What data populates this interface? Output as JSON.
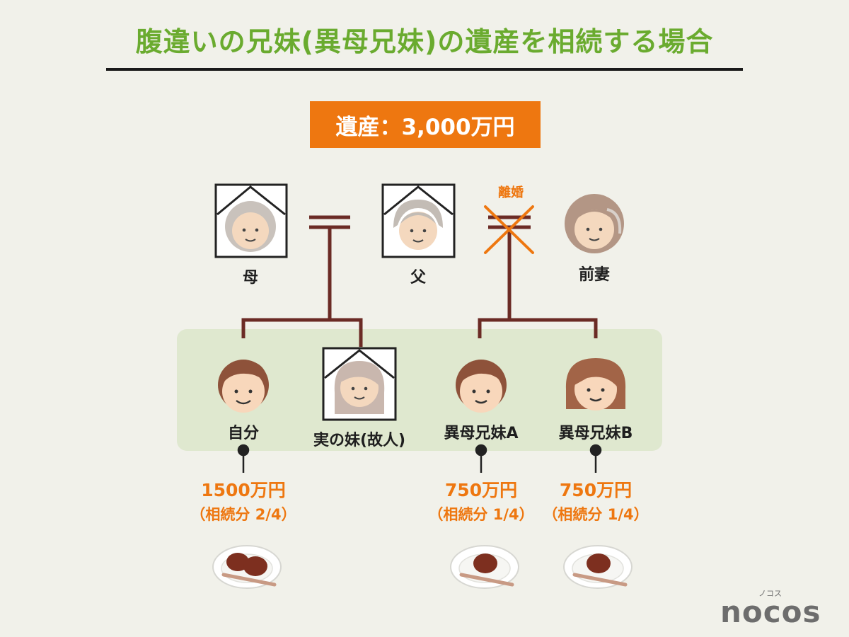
{
  "title": "腹違いの兄妹(異母兄妹)の遺産を相続する場合",
  "estate": "遺産：3,000万円",
  "divorce_label": "離婚",
  "people": {
    "mother": "母",
    "father": "父",
    "former_wife": "前妻",
    "self": "自分",
    "sister": "実の妹(故人)",
    "half_a": "異母兄妹A",
    "half_b": "異母兄妹B"
  },
  "shares": {
    "self": {
      "amount": "1500万円",
      "fraction": "（相続分 2/4）"
    },
    "half_a": {
      "amount": "750万円",
      "fraction": "（相続分 1/4）"
    },
    "half_b": {
      "amount": "750万円",
      "fraction": "（相続分 1/4）"
    }
  },
  "brand": {
    "name": "nocos",
    "kana": "ノコス"
  },
  "colors": {
    "accent_orange": "#ee7710",
    "title_green": "#6aab2f",
    "line_brown": "#6b2b25",
    "band_green": "#dfe8cf"
  }
}
